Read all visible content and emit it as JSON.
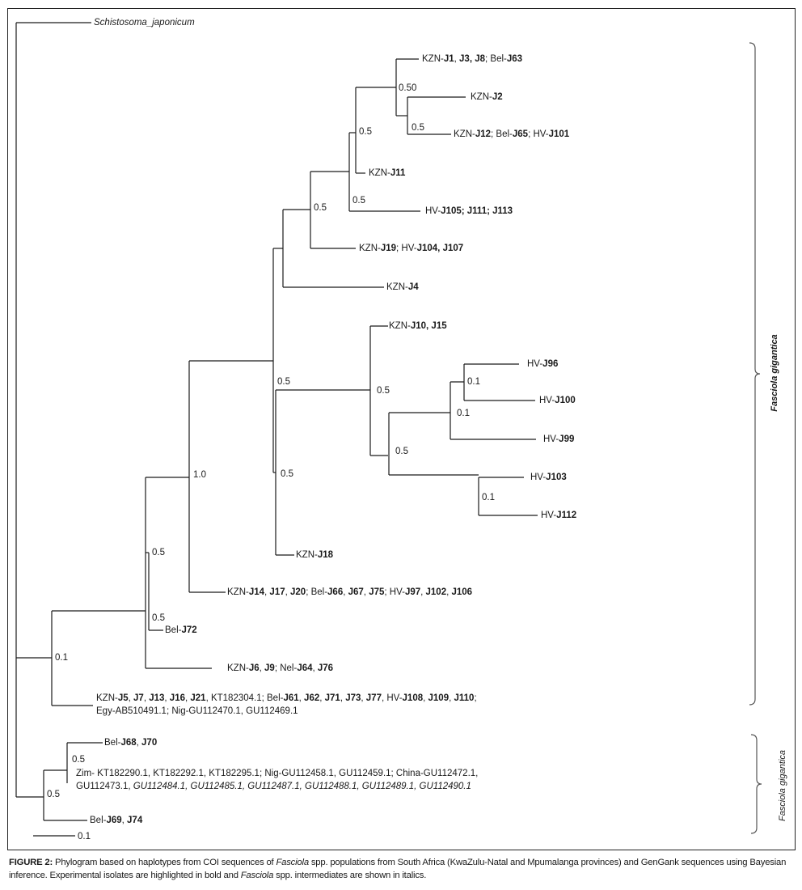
{
  "figure": {
    "caption_label": "FIGURE 2:",
    "caption_parts": [
      {
        "t": " Phylogram based on haplotypes from COI sequences of "
      },
      {
        "t": "Fasciola",
        "i": true
      },
      {
        "t": " spp. populations from South Africa (KwaZulu-Natal and Mpumalanga provinces) and GenGank sequences using Bayesian inference. Experimental isolates are highlighted in bold and "
      },
      {
        "t": "Fasciola",
        "i": true
      },
      {
        "t": " spp. intermediates are shown in italics."
      }
    ]
  },
  "clade_labels": {
    "upper": "Fasciola gigantica",
    "lower": "Fasciola gigantica"
  },
  "scale_bar": {
    "value": "0.1"
  },
  "tips": [
    {
      "id": "outgroup",
      "parts": [
        {
          "t": "Schistosoma_japonicum",
          "i": true
        }
      ]
    },
    {
      "id": "t1",
      "parts": [
        {
          "t": "KZN-"
        },
        {
          "t": "J1",
          "b": true
        },
        {
          "t": ", "
        },
        {
          "t": "J3, J8",
          "b": true
        },
        {
          "t": "; Bel-"
        },
        {
          "t": "J63",
          "b": true
        }
      ]
    },
    {
      "id": "t2",
      "parts": [
        {
          "t": "KZN-"
        },
        {
          "t": "J2",
          "b": true
        }
      ]
    },
    {
      "id": "t3",
      "parts": [
        {
          "t": "KZN-"
        },
        {
          "t": "J12",
          "b": true
        },
        {
          "t": "; Bel-"
        },
        {
          "t": "J65",
          "b": true
        },
        {
          "t": "; HV-"
        },
        {
          "t": "J101",
          "b": true
        }
      ]
    },
    {
      "id": "t4",
      "parts": [
        {
          "t": "KZN-"
        },
        {
          "t": "J11",
          "b": true
        }
      ]
    },
    {
      "id": "t5",
      "parts": [
        {
          "t": "HV-"
        },
        {
          "t": "J105; J111; J113",
          "b": true
        }
      ]
    },
    {
      "id": "t6",
      "parts": [
        {
          "t": "KZN-"
        },
        {
          "t": "J19",
          "b": true
        },
        {
          "t": "; HV-"
        },
        {
          "t": "J104, J107",
          "b": true
        }
      ]
    },
    {
      "id": "t7",
      "parts": [
        {
          "t": "KZN-"
        },
        {
          "t": "J4",
          "b": true
        }
      ]
    },
    {
      "id": "t8",
      "parts": [
        {
          "t": "KZN-"
        },
        {
          "t": "J10, J15",
          "b": true
        }
      ]
    },
    {
      "id": "t9",
      "parts": [
        {
          "t": "HV-"
        },
        {
          "t": "J96",
          "b": true
        }
      ]
    },
    {
      "id": "t10",
      "parts": [
        {
          "t": "HV-"
        },
        {
          "t": "J100",
          "b": true
        }
      ]
    },
    {
      "id": "t11",
      "parts": [
        {
          "t": "HV-"
        },
        {
          "t": "J99",
          "b": true
        }
      ]
    },
    {
      "id": "t12",
      "parts": [
        {
          "t": "HV-"
        },
        {
          "t": "J103",
          "b": true
        }
      ]
    },
    {
      "id": "t13",
      "parts": [
        {
          "t": "HV-"
        },
        {
          "t": "J112",
          "b": true
        }
      ]
    },
    {
      "id": "t14",
      "parts": [
        {
          "t": "KZN-"
        },
        {
          "t": "J18",
          "b": true
        }
      ]
    },
    {
      "id": "t15",
      "parts": [
        {
          "t": "KZN-"
        },
        {
          "t": "J14",
          "b": true
        },
        {
          "t": ", "
        },
        {
          "t": "J17",
          "b": true
        },
        {
          "t": ", "
        },
        {
          "t": "J20",
          "b": true
        },
        {
          "t": "; Bel-"
        },
        {
          "t": "J66",
          "b": true
        },
        {
          "t": ", "
        },
        {
          "t": "J67",
          "b": true
        },
        {
          "t": ", "
        },
        {
          "t": "J75",
          "b": true
        },
        {
          "t": "; HV-"
        },
        {
          "t": "J97",
          "b": true
        },
        {
          "t": ", "
        },
        {
          "t": "J102",
          "b": true
        },
        {
          "t": ", "
        },
        {
          "t": "J106",
          "b": true
        }
      ]
    },
    {
      "id": "t16",
      "parts": [
        {
          "t": "Bel-"
        },
        {
          "t": "J72",
          "b": true
        }
      ]
    },
    {
      "id": "t17",
      "parts": [
        {
          "t": "KZN-"
        },
        {
          "t": "J6",
          "b": true
        },
        {
          "t": ", "
        },
        {
          "t": "J9",
          "b": true
        },
        {
          "t": "; Nel-"
        },
        {
          "t": "J64",
          "b": true
        },
        {
          "t": ", "
        },
        {
          "t": "J76",
          "b": true
        }
      ]
    },
    {
      "id": "t18a",
      "parts": [
        {
          "t": "KZN-"
        },
        {
          "t": "J5",
          "b": true
        },
        {
          "t": ", "
        },
        {
          "t": "J7",
          "b": true
        },
        {
          "t": ", "
        },
        {
          "t": "J13",
          "b": true
        },
        {
          "t": ", "
        },
        {
          "t": "J16",
          "b": true
        },
        {
          "t": ", "
        },
        {
          "t": "J21",
          "b": true
        },
        {
          "t": ", KT182304.1; Bel-"
        },
        {
          "t": "J61",
          "b": true
        },
        {
          "t": ", "
        },
        {
          "t": "J62",
          "b": true
        },
        {
          "t": ", "
        },
        {
          "t": "J71",
          "b": true
        },
        {
          "t": ", "
        },
        {
          "t": "J73",
          "b": true
        },
        {
          "t": ", "
        },
        {
          "t": "J77",
          "b": true
        },
        {
          "t": ", HV-"
        },
        {
          "t": "J108",
          "b": true
        },
        {
          "t": ", "
        },
        {
          "t": "J109",
          "b": true
        },
        {
          "t": ", "
        },
        {
          "t": "J110",
          "b": true
        },
        {
          "t": ";"
        }
      ]
    },
    {
      "id": "t18b",
      "parts": [
        {
          "t": "Egy-AB510491.1; Nig-GU112470.1, GU112469.1"
        }
      ]
    },
    {
      "id": "t19",
      "parts": [
        {
          "t": "Bel-"
        },
        {
          "t": "J68",
          "b": true
        },
        {
          "t": ", "
        },
        {
          "t": "J70",
          "b": true
        }
      ]
    },
    {
      "id": "t20a",
      "parts": [
        {
          "t": "Zim- KT182290.1, KT182292.1, KT182295.1; Nig-GU112458.1, GU112459.1; China-GU112472.1,"
        }
      ]
    },
    {
      "id": "t20b",
      "parts": [
        {
          "t": "GU112473.1, "
        },
        {
          "t": "GU112484.1, GU112485.1, GU112487.1, GU112488.1, GU112489.1, GU112490.1",
          "i": true
        }
      ]
    },
    {
      "id": "t21",
      "parts": [
        {
          "t": "Bel-"
        },
        {
          "t": "J69",
          "b": true
        },
        {
          "t": ", "
        },
        {
          "t": "J74",
          "b": true
        }
      ]
    }
  ],
  "support_values": {
    "n_050": "0.50",
    "n_j12": "0.5",
    "n_j11": "0.5",
    "n_j105": "0.5",
    "n_top": "0.5",
    "n_mid": "0.5",
    "n_j10": "0.5",
    "n_j96": "0.1",
    "n_j99": "0.1",
    "n_hvclade": "0.5",
    "n_j103": "0.1",
    "n_j18": "0.5",
    "n_10": "1.0",
    "n_left05": "0.5",
    "n_j72": "0.5",
    "n_01": "0.1",
    "n_j68": "0.5",
    "n_low05": "0.5"
  }
}
